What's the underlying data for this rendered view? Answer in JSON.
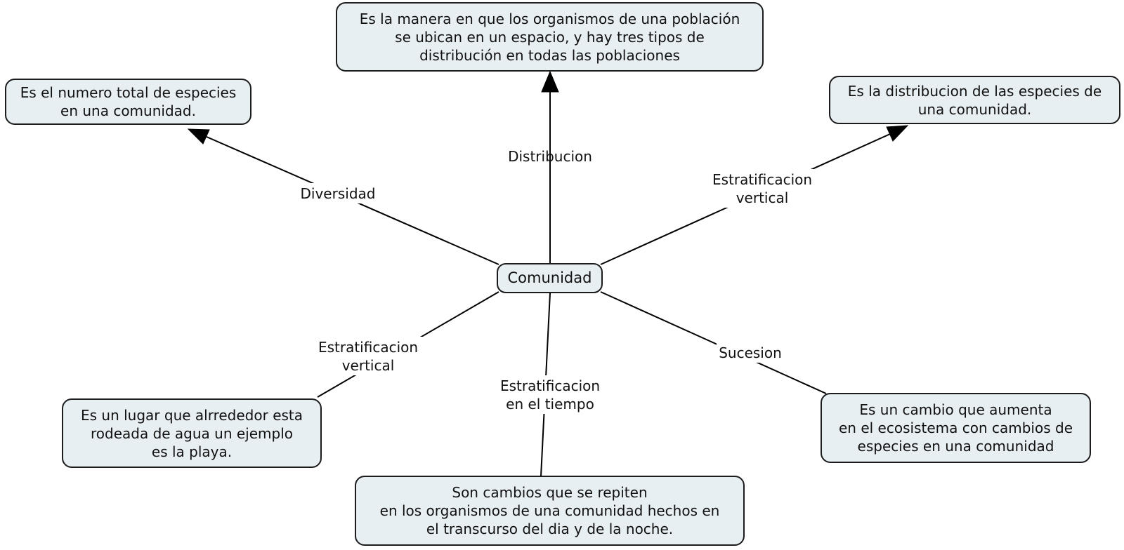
{
  "map": {
    "center": {
      "label": "Comunidad"
    },
    "colors": {
      "box_fill": "#e8eff3",
      "box_border": "#1c1c1c",
      "line": "#000000",
      "text": "#111111",
      "background": "#ffffff"
    },
    "branches": [
      {
        "link_label": "Distribucion",
        "concept": "Es la manera en que los organismos de una población\nse ubican en un espacio, y hay tres tipos de\ndistribución en todas las poblaciones"
      },
      {
        "link_label": "Diversidad",
        "concept": "Es el numero total de especies\nen una comunidad."
      },
      {
        "link_label": "Estratificacion\nvertical",
        "concept": "Es la distribucion de las especies de\nuna comunidad."
      },
      {
        "link_label": "Estratificacion\nvertical",
        "concept": "Es un lugar que alrrededor esta\nrodeada de agua un ejemplo\nes la playa."
      },
      {
        "link_label": "Estratificacion\nen el tiempo",
        "concept": "Son cambios que se repiten\nen los organismos de una comunidad hechos en\nel transcurso del dia y de la noche."
      },
      {
        "link_label": "Sucesion",
        "concept": "Es un cambio que aumenta\nen el ecosistema con cambios de\nespecies en una comunidad"
      }
    ]
  }
}
